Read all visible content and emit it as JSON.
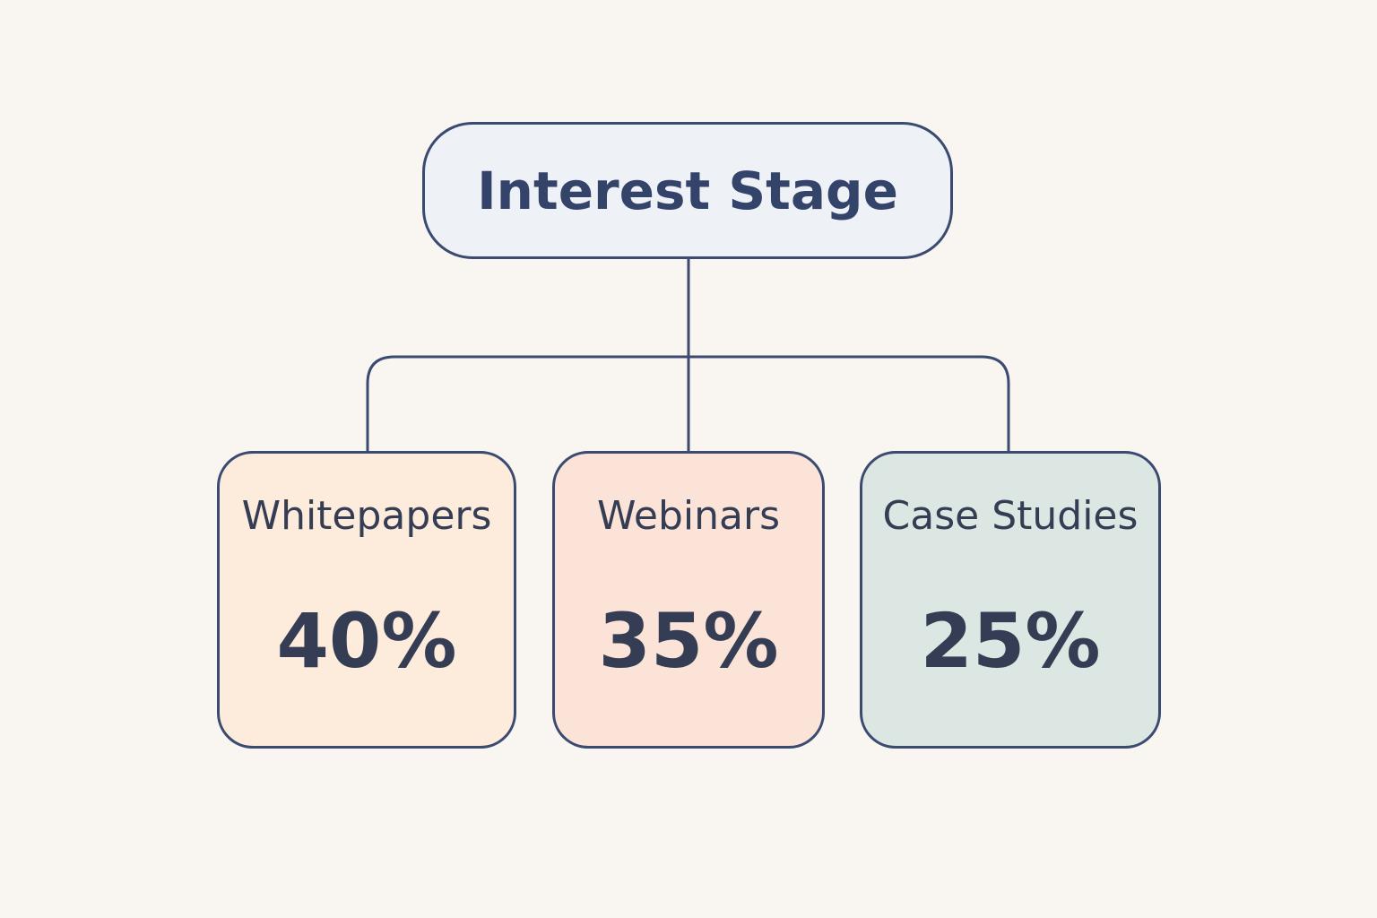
{
  "diagram": {
    "root": {
      "label": "Interest Stage"
    },
    "children": [
      {
        "label": "Whitepapers",
        "value": "40%",
        "fill": "#fdebdb"
      },
      {
        "label": "Webinars",
        "value": "35%",
        "fill": "#fbe3d7"
      },
      {
        "label": "Case Studies",
        "value": "25%",
        "fill": "#dce6e2"
      }
    ],
    "colors": {
      "background": "#f9f5f0",
      "stroke": "#3a4a70",
      "root_fill": "#eef1f6",
      "text": "#353d54"
    }
  }
}
